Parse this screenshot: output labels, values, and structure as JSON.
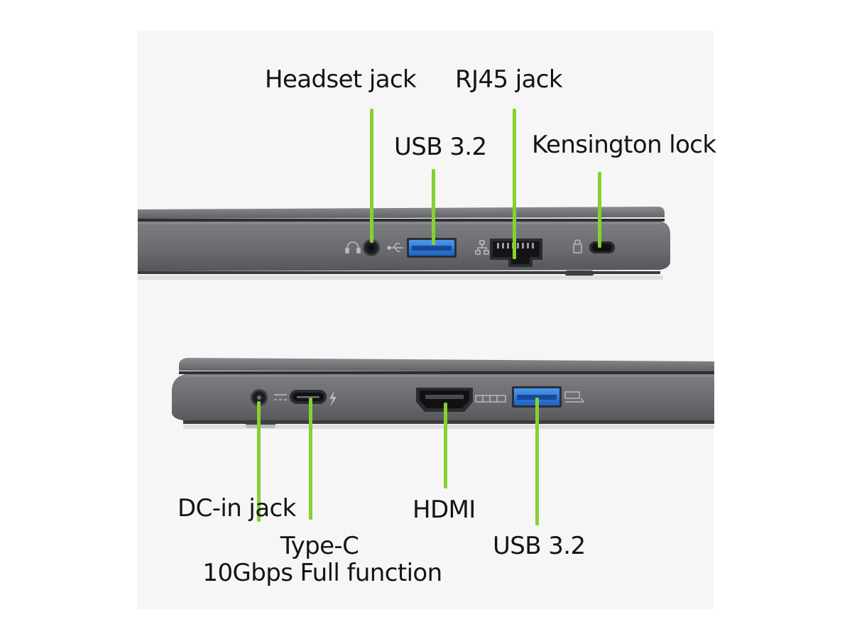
{
  "accent_color": "#86d12f",
  "chassis_color": "#6d6f73",
  "usb_port_color": "#2f7ddd",
  "top_view": {
    "labels": {
      "headset_jack": "Headset jack",
      "usb": "USB 3.2",
      "rj45": "RJ45 jack",
      "kensington": "Kensington lock"
    },
    "port_icons": [
      "headset-icon",
      "usb-icon",
      "network-icon",
      "lock-icon"
    ]
  },
  "bottom_view": {
    "labels": {
      "dc_in": "DC-in jack",
      "type_c_line1": "Type-C",
      "type_c_line2": "10Gbps Full function",
      "hdmi": "HDMI",
      "usb": "USB 3.2"
    },
    "port_icons": [
      "power-icon",
      "thunderbolt-icon",
      "hdmi-icon",
      "usb-icon"
    ]
  }
}
